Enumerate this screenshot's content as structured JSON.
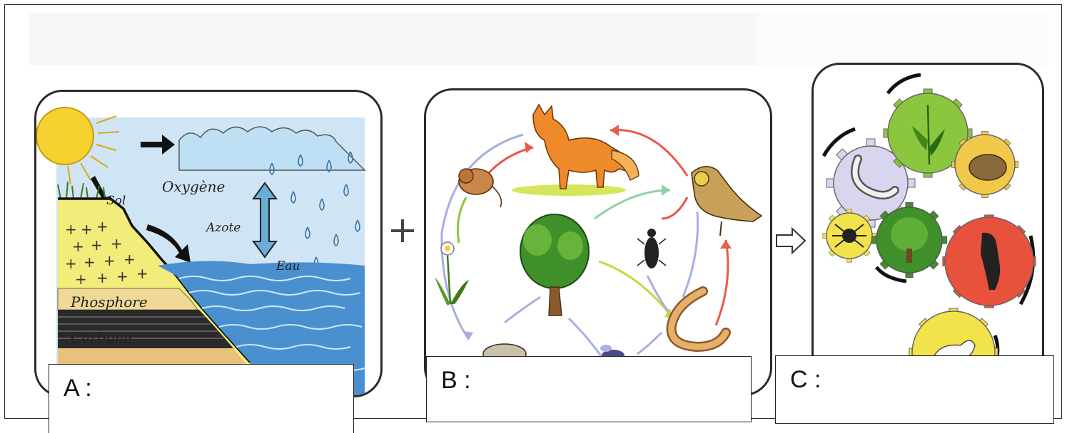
{
  "panels": {
    "a": {
      "labels": {
        "sol": "Sol",
        "oxygene": "Oxygène",
        "azote": "Azote",
        "eau": "Eau",
        "phosphore": "Phosphore",
        "carbone": "Carbone"
      }
    }
  },
  "boxes": {
    "a": "A :",
    "b": "B :",
    "c": "C :"
  },
  "operators": {
    "plus": "+"
  },
  "colors": {
    "sky": "#a9d2ee",
    "sea": "#4a90d0",
    "sun": "#f6d230",
    "soil": "#f2ec7a",
    "gear_green": "#8cc63f",
    "gear_red": "#e8513c",
    "gear_yellow": "#f2e34a",
    "gear_lavender": "#d8d5ee"
  }
}
